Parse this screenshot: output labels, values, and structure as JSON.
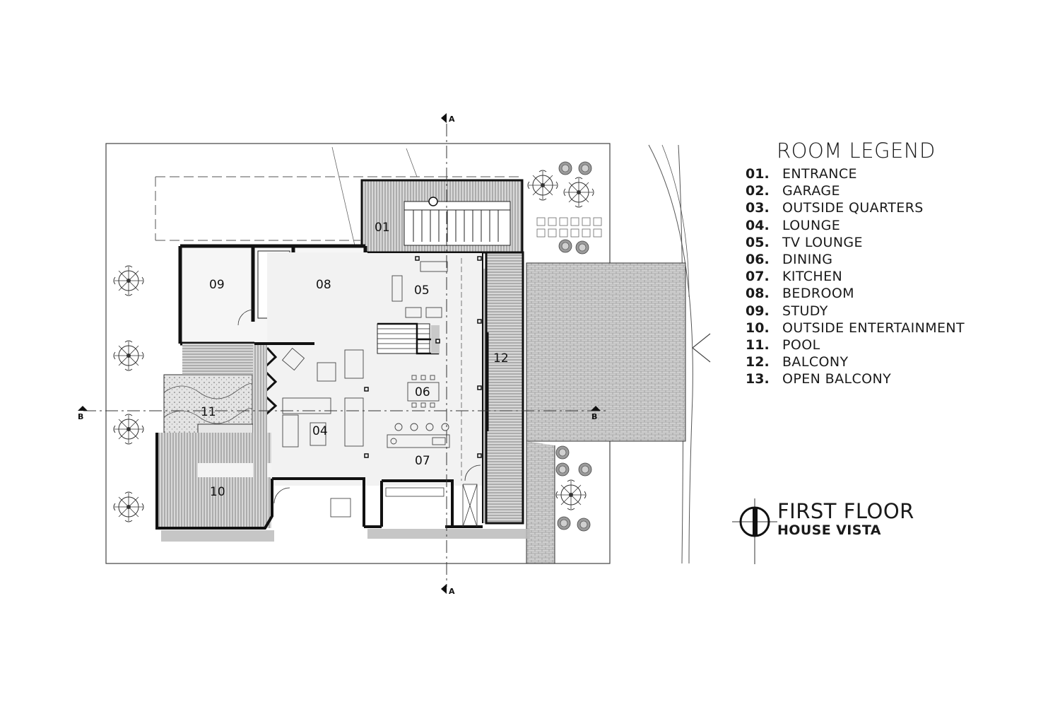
{
  "legend": {
    "title": "ROOM LEGEND",
    "items": [
      {
        "num": "01.",
        "name": "ENTRANCE"
      },
      {
        "num": "02.",
        "name": "GARAGE"
      },
      {
        "num": "03.",
        "name": "OUTSIDE QUARTERS"
      },
      {
        "num": "04.",
        "name": "LOUNGE"
      },
      {
        "num": "05.",
        "name": "TV LOUNGE"
      },
      {
        "num": "06.",
        "name": "DINING"
      },
      {
        "num": "07.",
        "name": "KITCHEN"
      },
      {
        "num": "08.",
        "name": "BEDROOM"
      },
      {
        "num": "09.",
        "name": "STUDY"
      },
      {
        "num": "10.",
        "name": "OUTSIDE ENTERTAINMENT"
      },
      {
        "num": "11.",
        "name": "POOL"
      },
      {
        "num": "12.",
        "name": "BALCONY"
      },
      {
        "num": "13.",
        "name": "OPEN BALCONY"
      }
    ]
  },
  "floor": {
    "title": "FIRST FLOOR",
    "subtitle": "HOUSE VISTA"
  },
  "plan": {
    "room_labels": [
      "01",
      "05",
      "08",
      "09",
      "06",
      "12",
      "11",
      "04",
      "07",
      "10"
    ],
    "section_marks": {
      "a": "A",
      "b": "B"
    }
  }
}
